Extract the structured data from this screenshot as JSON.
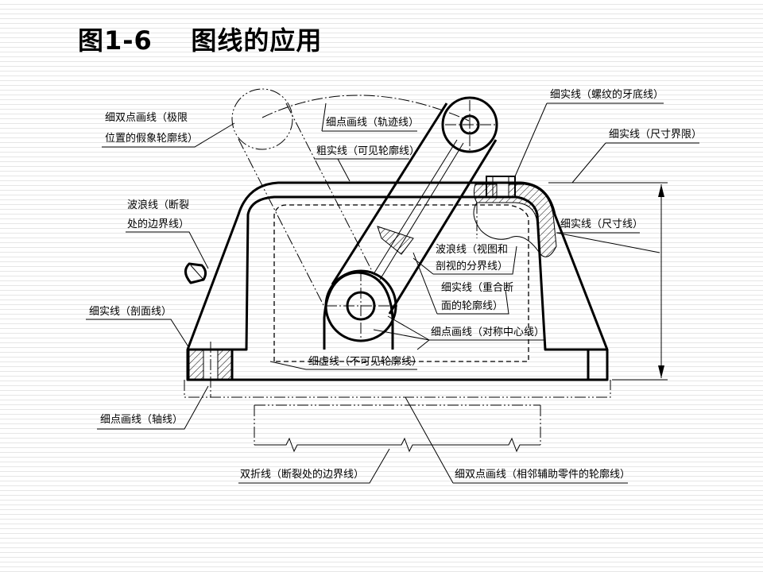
{
  "title": "图1-6    图线的应用",
  "labels": {
    "phantom_extreme": [
      "细双点画线（极限",
      "位置的假象轮廓线）"
    ],
    "center_track": "细点画线（轨迹线）",
    "thick_visible": "粗实线（可见轮廓线）",
    "thread_root": "细实线（螺纹的牙底线）",
    "extension_line": "细实线（尺寸界限）",
    "wavy_break": [
      "波浪线（断裂",
      "处的边界线）"
    ],
    "dimension_line": "细实线（尺寸线）",
    "wavy_view": [
      "波浪线（视图和",
      "剖视的分界线）"
    ],
    "section_outline": [
      "细实线（重合断",
      "面的轮廓线）"
    ],
    "hatch": "细实线（剖面线）",
    "center_symmetry": "细点画线（对称中心线）",
    "hidden": "细虚线（不可见轮廓线）",
    "axis": "细点画线（轴线）",
    "break_line": "双折线（断裂处的边界线）",
    "phantom_adjacent": "细双点画线（相邻辅助零件的轮廓线）"
  }
}
